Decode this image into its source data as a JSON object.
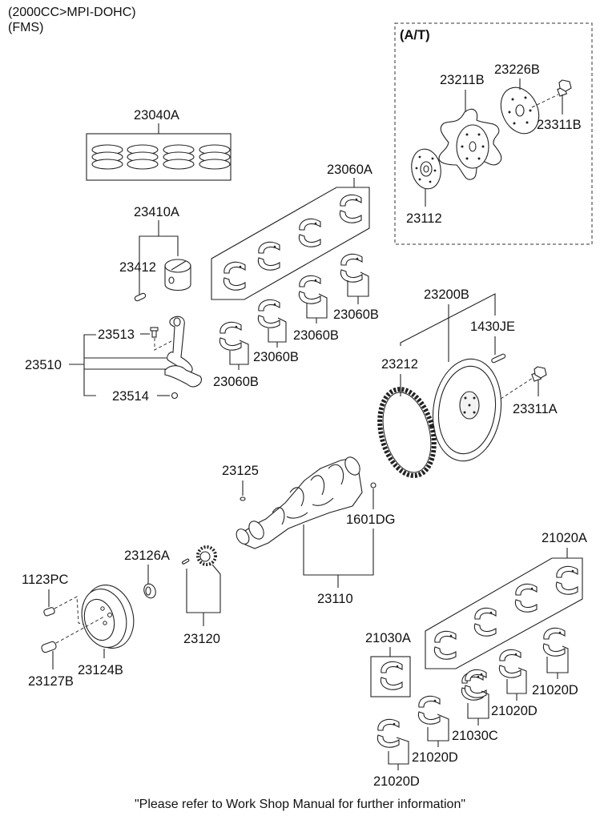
{
  "header": {
    "line1": "(2000CC>MPI-DOHC)",
    "line2": "(FMS)"
  },
  "at_group": {
    "title": "(A/T)",
    "parts": {
      "p23211B": "23211B",
      "p23226B": "23226B",
      "p23311B": "23311B",
      "p23112": "23112"
    }
  },
  "parts": {
    "p23040A": "23040A",
    "p23410A": "23410A",
    "p23412": "23412",
    "p23060A": "23060A",
    "p23060B_1": "23060B",
    "p23060B_2": "23060B",
    "p23060B_3": "23060B",
    "p23060B_4": "23060B",
    "p23513": "23513",
    "p23510": "23510",
    "p23514": "23514",
    "p23200B": "23200B",
    "p1430JE": "1430JE",
    "p23212": "23212",
    "p23311A": "23311A",
    "p23125": "23125",
    "p1601DG": "1601DG",
    "p23110": "23110",
    "p23126A": "23126A",
    "p1123PC": "1123PC",
    "p23120": "23120",
    "p23127B": "23127B",
    "p23124B": "23124B",
    "p21020A": "21020A",
    "p21030A": "21030A",
    "p21020D_1": "21020D",
    "p21020D_2": "21020D",
    "p21030C": "21030C",
    "p21020D_3": "21020D",
    "p21020D_4": "21020D"
  },
  "footer": {
    "note": "\"Please refer to Work Shop Manual for further information\""
  }
}
